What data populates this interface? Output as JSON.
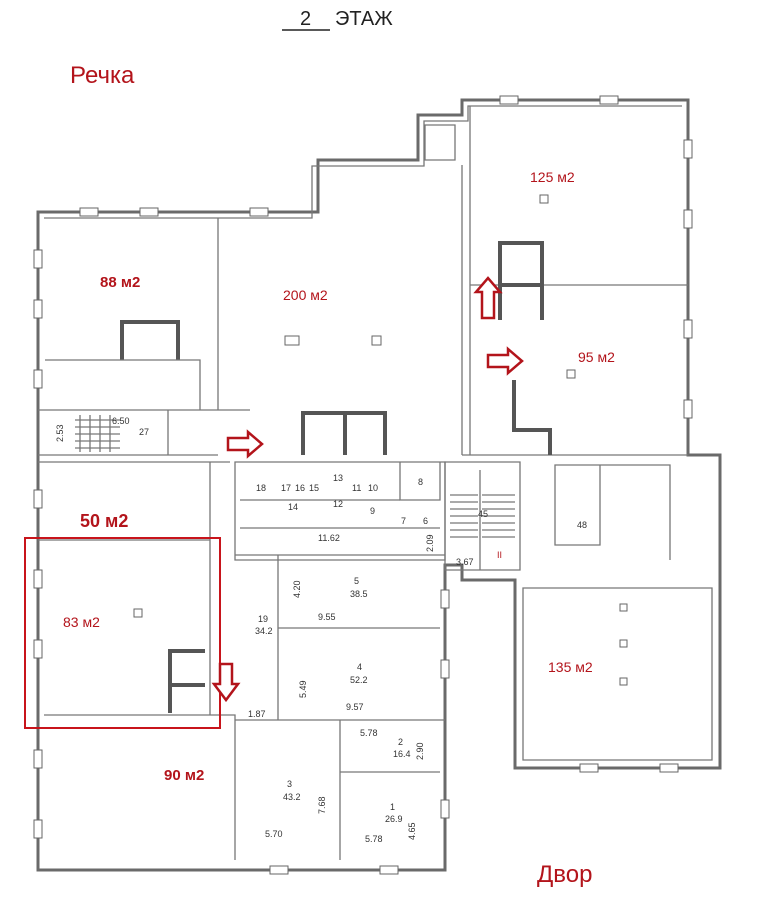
{
  "header": {
    "floor_number": "2",
    "floor_word": "ЭТАЖ"
  },
  "labels": {
    "river": "Речка",
    "yard": "Двор"
  },
  "areas": {
    "a88": "88 м2",
    "a200": "200 м2",
    "a125": "125 м2",
    "a95": "95 м2",
    "a50": "50 м2",
    "a83": "83 м2",
    "a90": "90 м2",
    "a135": "135 м2"
  },
  "rooms": {
    "r27": "27",
    "d650": "6.50",
    "d253": "2.53",
    "r18": "18",
    "r17": "17",
    "r16": "16",
    "r15": "15",
    "r13": "13",
    "r11": "11",
    "r10": "10",
    "r14": "14",
    "r12": "12",
    "r9": "9",
    "r8": "8",
    "r7": "7",
    "r6": "6",
    "d1162": "11.62",
    "d209": "2.09",
    "d367": "3.67",
    "r45": "45",
    "rII": "II",
    "r48": "48",
    "r19": "19",
    "a19": "34.2",
    "d187": "1.87",
    "r5": "5",
    "a5": "38.5",
    "d420": "4.20",
    "d955": "9.55",
    "r4": "4",
    "a4": "52.2",
    "d549": "5.49",
    "d957": "9.57",
    "r2": "2",
    "a2": "16.4",
    "d578a": "5.78",
    "d290": "2.90",
    "r3": "3",
    "a3": "43.2",
    "d768": "7.68",
    "d570": "5.70",
    "r1": "1",
    "a1": "26.9",
    "d578b": "5.78",
    "d465": "4.65"
  }
}
